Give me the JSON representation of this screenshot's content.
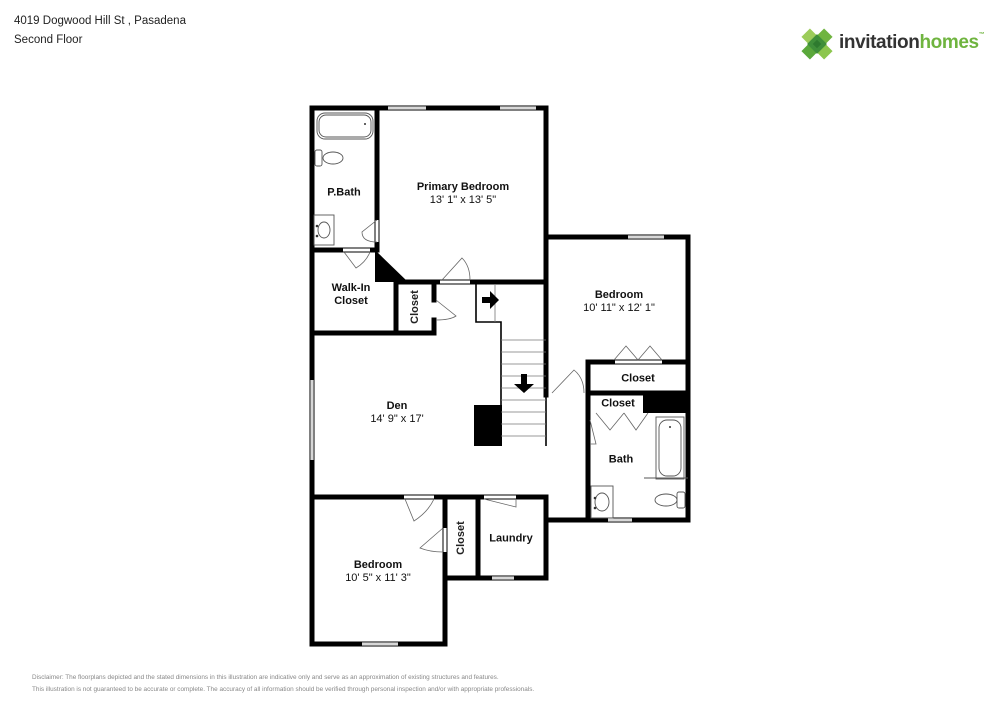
{
  "header": {
    "address": "4019 Dogwood Hill St , Pasadena",
    "floor": "Second Floor"
  },
  "logo": {
    "word1": "invitation",
    "word2": "homes",
    "trademark": "™",
    "colors": {
      "light_green": "#9ccc5a",
      "mid_green": "#6fb43f",
      "dark_green": "#3f8f3a",
      "text_dark": "#333333"
    }
  },
  "rooms": [
    {
      "id": "primary-bedroom",
      "name": "Primary Bedroom",
      "dimensions": "13' 1\" x 13' 5\""
    },
    {
      "id": "p-bath",
      "name": "P.Bath",
      "dimensions": ""
    },
    {
      "id": "walk-in-closet",
      "name": "Walk-In Closet",
      "line1": "Walk-In",
      "line2": "Closet"
    },
    {
      "id": "closet-1",
      "name": "Closet"
    },
    {
      "id": "bedroom-2",
      "name": "Bedroom",
      "dimensions": "10' 11\" x 12' 1\""
    },
    {
      "id": "closet-2",
      "name": "Closet"
    },
    {
      "id": "closet-3",
      "name": "Closet"
    },
    {
      "id": "bath",
      "name": "Bath"
    },
    {
      "id": "den",
      "name": "Den",
      "dimensions": "14' 9\" x 17'"
    },
    {
      "id": "bedroom-3",
      "name": "Bedroom",
      "dimensions": "10' 5\" x 11' 3\""
    },
    {
      "id": "closet-4",
      "name": "Closet"
    },
    {
      "id": "laundry",
      "name": "Laundry"
    }
  ],
  "disclaimer": {
    "line1": "Disclaimer: The floorplans depicted and the stated dimensions in this illustration are indicative only and serve as an approximation of existing structures and features.",
    "line2": "This illustration is not guaranteed to be accurate or complete. The accuracy of all information should be verified through personal inspection and/or with appropriate professionals."
  },
  "colors": {
    "wall": "#000000",
    "window": "#ffffff",
    "fixture_stroke": "#555555",
    "disclaimer_text": "#888888"
  }
}
